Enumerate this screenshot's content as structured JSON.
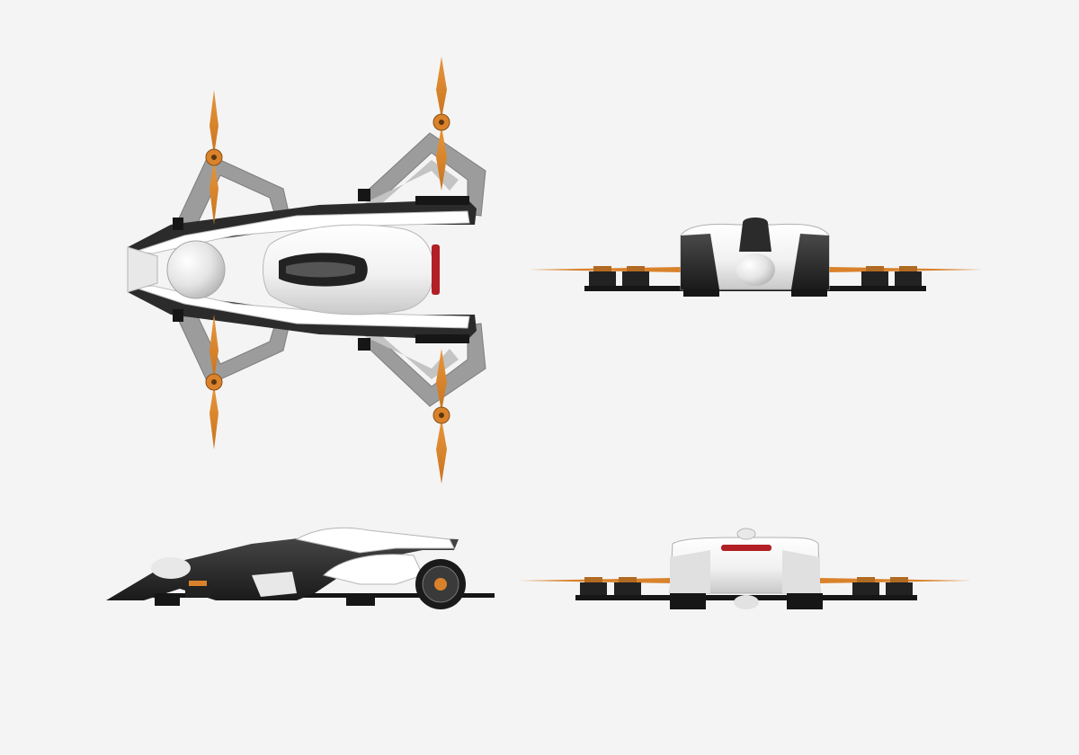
{
  "views": [
    {
      "id": "top",
      "name": "top-view"
    },
    {
      "id": "front",
      "name": "front-view"
    },
    {
      "id": "side",
      "name": "side-view"
    },
    {
      "id": "rear",
      "name": "rear-view"
    }
  ],
  "colors": {
    "background": "#f4f4f4",
    "shell": "#ffffff",
    "shell_shade": "#cfcfcf",
    "dark": "#2b2b2b",
    "black": "#161616",
    "arm": "#9c9c9c",
    "arm_inner": "#c4c4c4",
    "propeller": "#d9822b",
    "tail_light": "#b21f24"
  }
}
